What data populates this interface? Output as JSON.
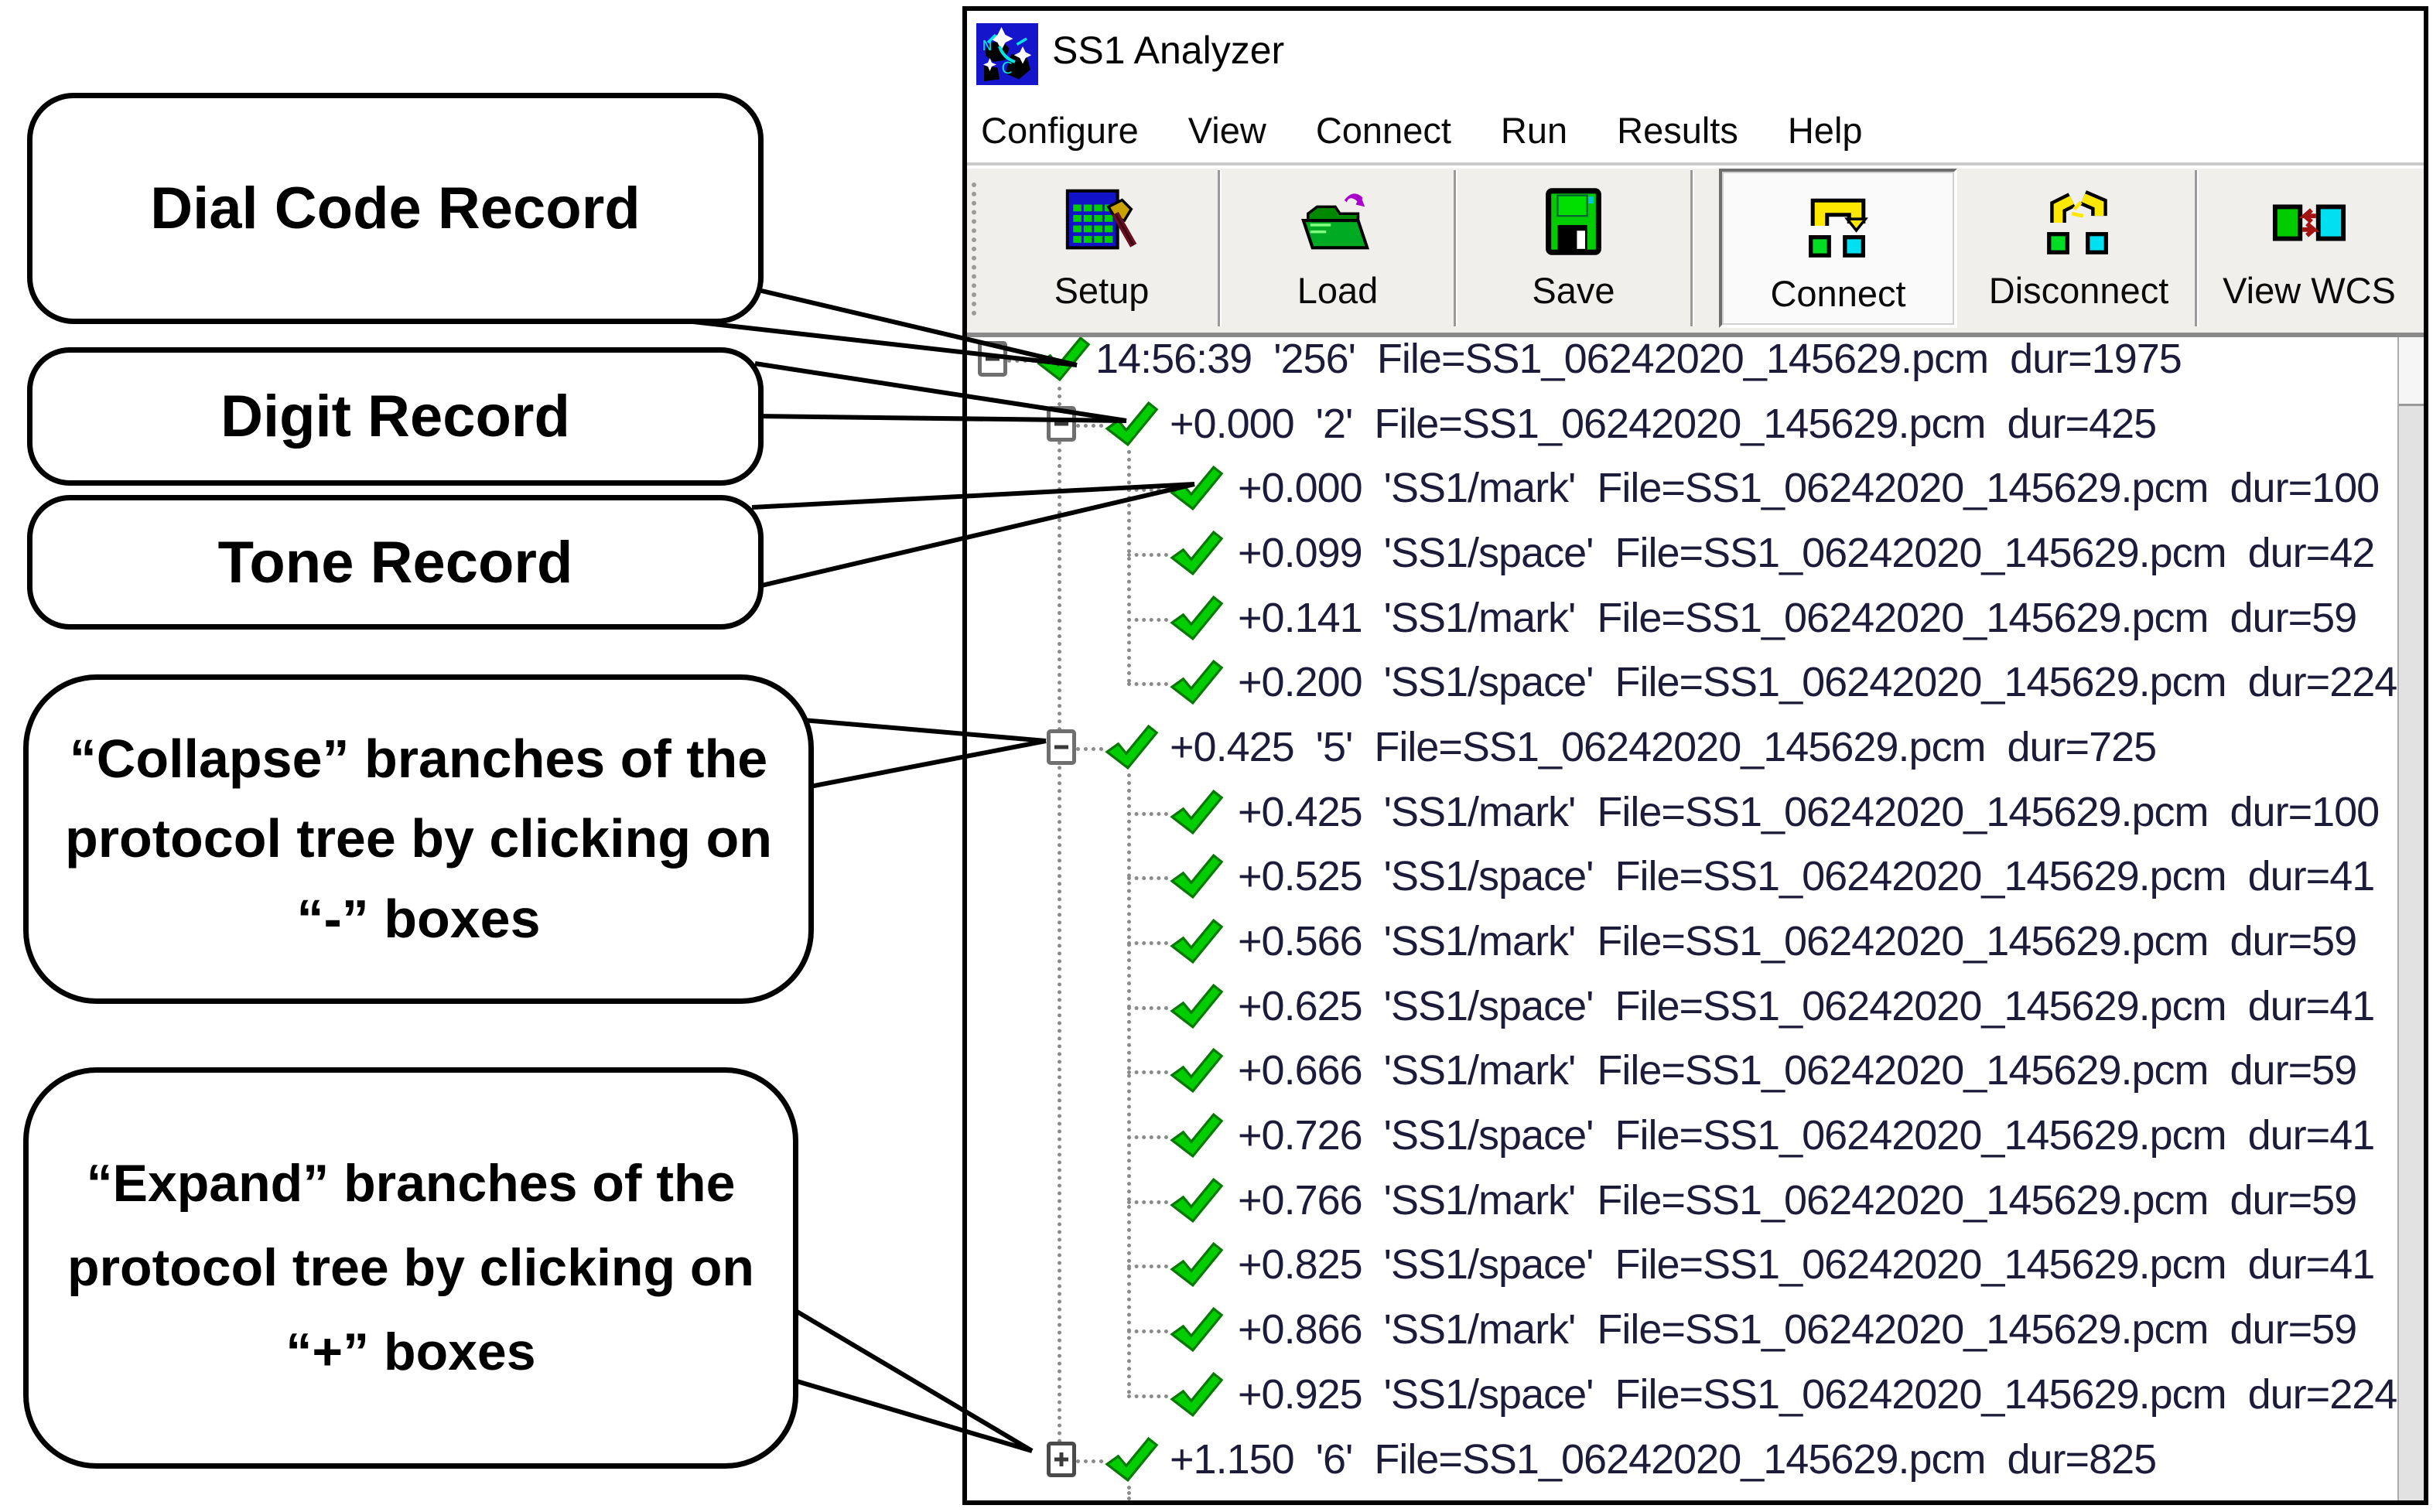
{
  "window": {
    "title": "SS1 Analyzer"
  },
  "menu": {
    "items": [
      "Configure",
      "View",
      "Connect",
      "Run",
      "Results",
      "Help"
    ]
  },
  "toolbar": {
    "buttons": [
      {
        "label": "Setup",
        "icon": "setup-grid-hammer-icon",
        "pressed": false
      },
      {
        "label": "Load",
        "icon": "open-folder-icon",
        "pressed": false
      },
      {
        "label": "Save",
        "icon": "floppy-disk-icon",
        "pressed": false
      },
      {
        "label": "Connect",
        "icon": "connect-nodes-icon",
        "pressed": true
      },
      {
        "label": "Disconnect",
        "icon": "disconnect-nodes-icon",
        "pressed": false
      },
      {
        "label": "View WCS",
        "icon": "view-wcs-icon",
        "pressed": false
      }
    ]
  },
  "tree": {
    "rows": [
      {
        "level": 0,
        "box": "minus",
        "text": "14:56:39  '256'  File=SS1_06242020_145629.pcm  dur=1975"
      },
      {
        "level": 1,
        "box": "minus",
        "text": "+0.000  '2'  File=SS1_06242020_145629.pcm  dur=425"
      },
      {
        "level": 2,
        "box": null,
        "text": "+0.000  'SS1/mark'  File=SS1_06242020_145629.pcm  dur=100"
      },
      {
        "level": 2,
        "box": null,
        "text": "+0.099  'SS1/space'  File=SS1_06242020_145629.pcm  dur=42"
      },
      {
        "level": 2,
        "box": null,
        "text": "+0.141  'SS1/mark'  File=SS1_06242020_145629.pcm  dur=59"
      },
      {
        "level": 2,
        "box": null,
        "text": "+0.200  'SS1/space'  File=SS1_06242020_145629.pcm  dur=224"
      },
      {
        "level": 1,
        "box": "minus",
        "text": "+0.425  '5'  File=SS1_06242020_145629.pcm  dur=725"
      },
      {
        "level": 2,
        "box": null,
        "text": "+0.425  'SS1/mark'  File=SS1_06242020_145629.pcm  dur=100"
      },
      {
        "level": 2,
        "box": null,
        "text": "+0.525  'SS1/space'  File=SS1_06242020_145629.pcm  dur=41"
      },
      {
        "level": 2,
        "box": null,
        "text": "+0.566  'SS1/mark'  File=SS1_06242020_145629.pcm  dur=59"
      },
      {
        "level": 2,
        "box": null,
        "text": "+0.625  'SS1/space'  File=SS1_06242020_145629.pcm  dur=41"
      },
      {
        "level": 2,
        "box": null,
        "text": "+0.666  'SS1/mark'  File=SS1_06242020_145629.pcm  dur=59"
      },
      {
        "level": 2,
        "box": null,
        "text": "+0.726  'SS1/space'  File=SS1_06242020_145629.pcm  dur=41"
      },
      {
        "level": 2,
        "box": null,
        "text": "+0.766  'SS1/mark'  File=SS1_06242020_145629.pcm  dur=59"
      },
      {
        "level": 2,
        "box": null,
        "text": "+0.825  'SS1/space'  File=SS1_06242020_145629.pcm  dur=41"
      },
      {
        "level": 2,
        "box": null,
        "text": "+0.866  'SS1/mark'  File=SS1_06242020_145629.pcm  dur=59"
      },
      {
        "level": 2,
        "box": null,
        "text": "+0.925  'SS1/space'  File=SS1_06242020_145629.pcm  dur=224"
      },
      {
        "level": 1,
        "box": "plus",
        "text": "+1.150  '6'  File=SS1_06242020_145629.pcm  dur=825"
      },
      {
        "level": 2,
        "box": null,
        "text": "",
        "partial": true
      }
    ]
  },
  "callouts": [
    {
      "id": "dial-code-record",
      "text": "Dial Code Record"
    },
    {
      "id": "digit-record",
      "text": "Digit Record"
    },
    {
      "id": "tone-record",
      "text": "Tone Record"
    },
    {
      "id": "collapse-note",
      "text": "“Collapse” branches of the protocol tree by clicking on “-” boxes"
    },
    {
      "id": "expand-note",
      "text": "“Expand” branches of the protocol tree by clicking on “+” boxes"
    }
  ],
  "colors": {
    "check_green": "#00CE00",
    "link_yellow": "#FFE800",
    "node_green": "#00DD22",
    "node_cyan": "#00E0F0",
    "arrow_red": "#A31111",
    "tree_text": "#1c1c3a"
  }
}
